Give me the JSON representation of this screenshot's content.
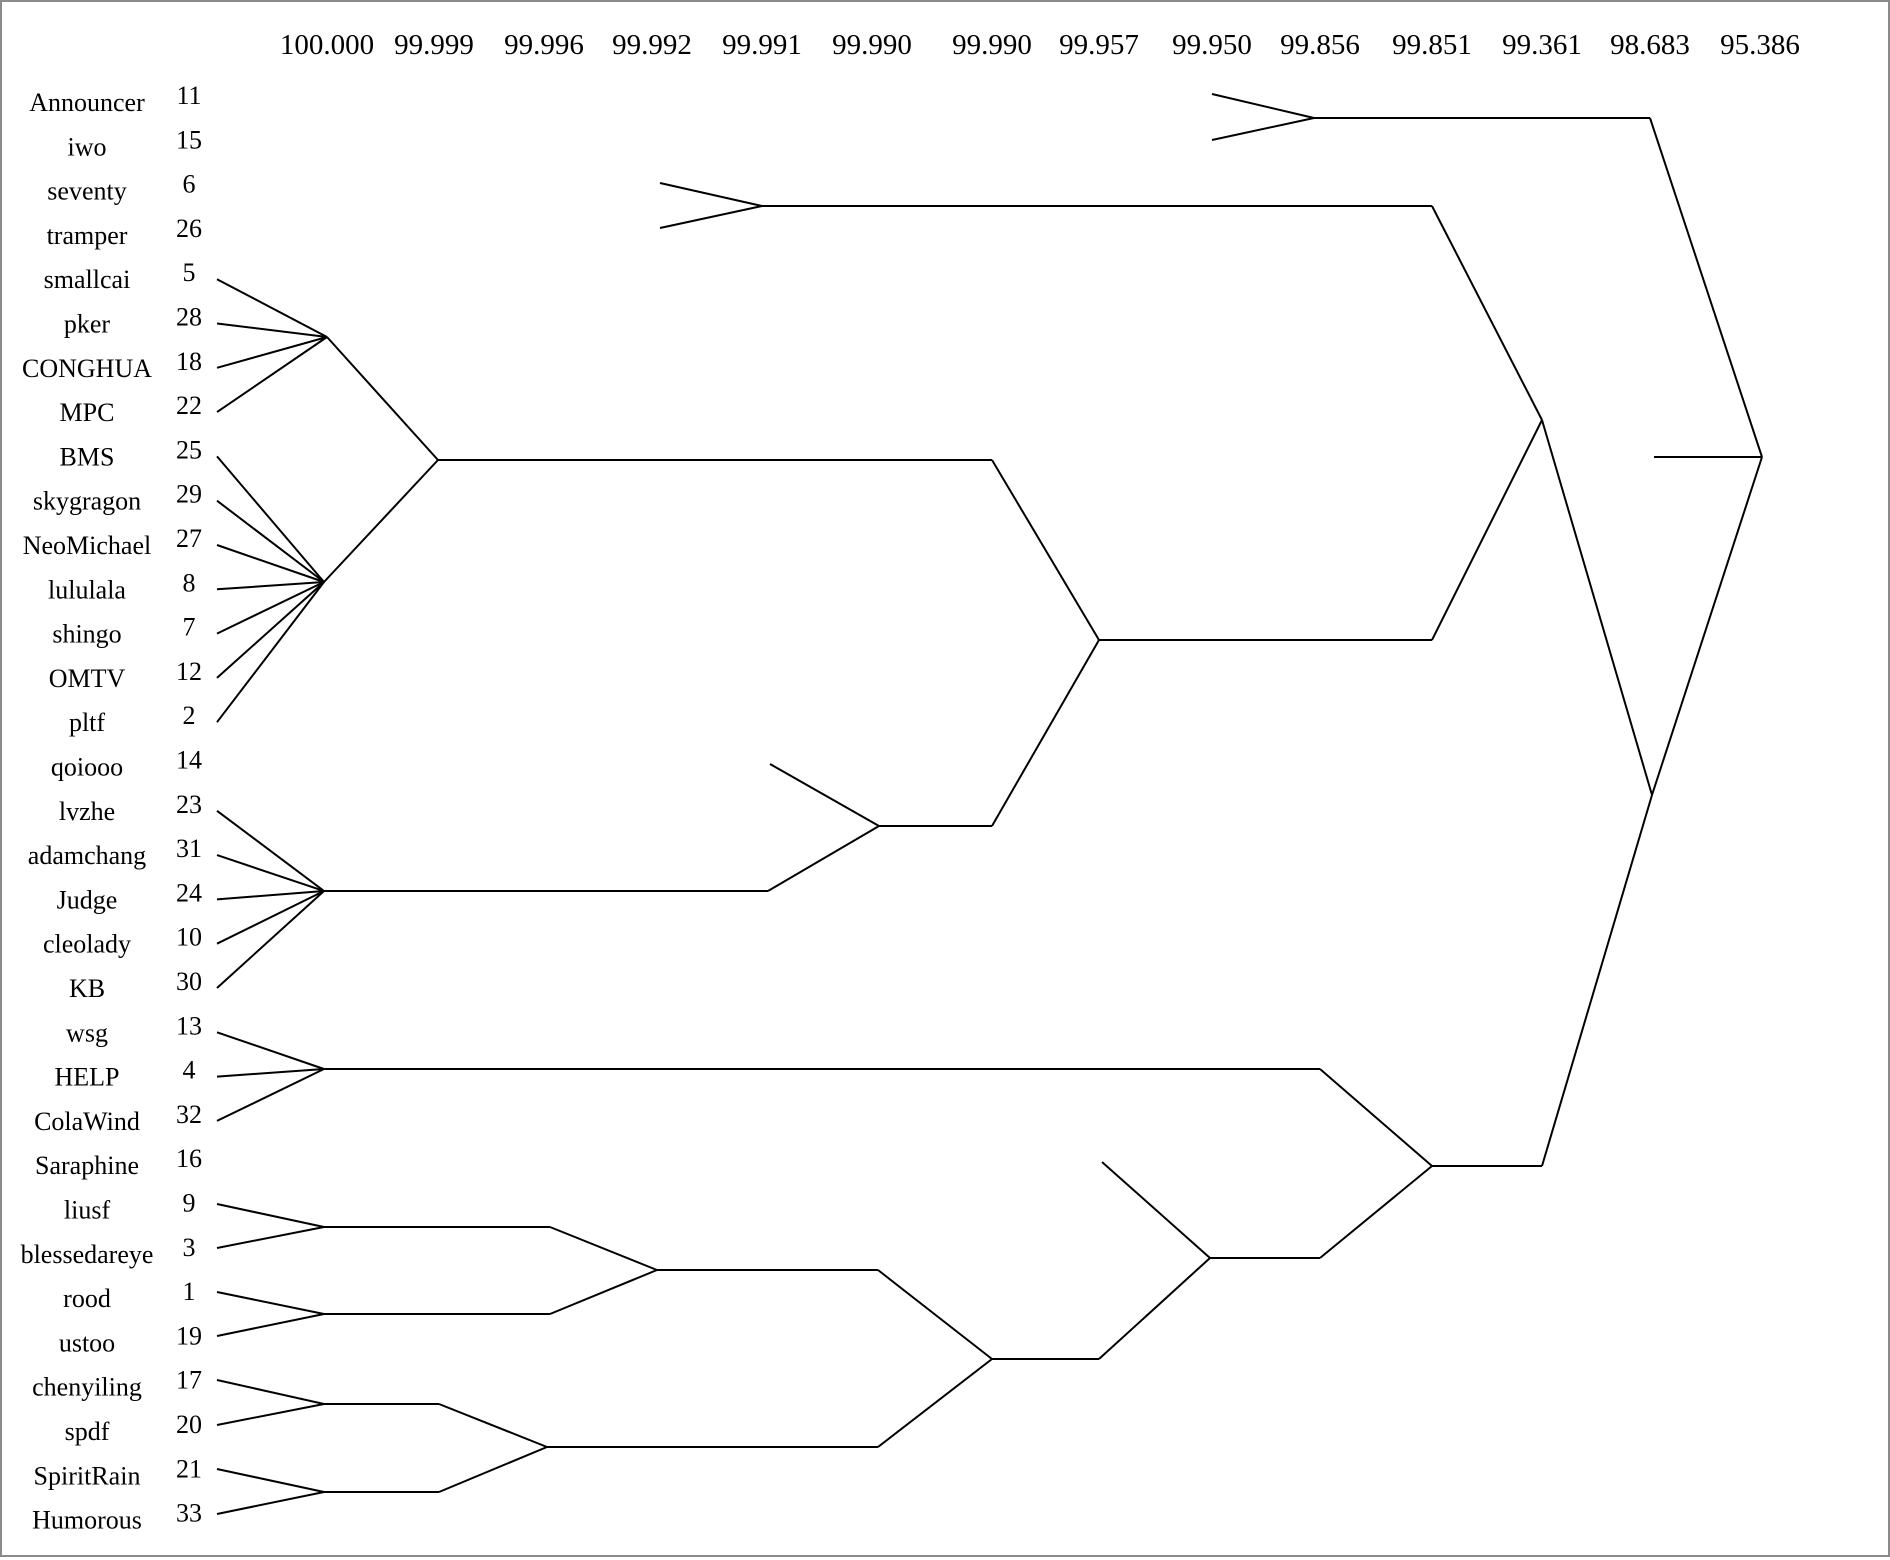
{
  "levels": [
    "100.000",
    "99.999",
    "99.996",
    "99.992",
    "99.991",
    "99.990",
    "99.990",
    "99.957",
    "99.950",
    "99.856",
    "99.851",
    "99.361",
    "98.683",
    "95.386"
  ],
  "leaves": [
    {
      "name": "Announcer",
      "id": "11"
    },
    {
      "name": "iwo",
      "id": "15"
    },
    {
      "name": "seventy",
      "id": "6"
    },
    {
      "name": "tramper",
      "id": "26"
    },
    {
      "name": "smallcai",
      "id": "5"
    },
    {
      "name": "pker",
      "id": "28"
    },
    {
      "name": "CONGHUA",
      "id": "18"
    },
    {
      "name": "MPC",
      "id": "22"
    },
    {
      "name": "BMS",
      "id": "25"
    },
    {
      "name": "skygragon",
      "id": "29"
    },
    {
      "name": "NeoMichael",
      "id": "27"
    },
    {
      "name": "lululala",
      "id": "8"
    },
    {
      "name": "shingo",
      "id": "7"
    },
    {
      "name": "OMTV",
      "id": "12"
    },
    {
      "name": "pltf",
      "id": "2"
    },
    {
      "name": "qoiooo",
      "id": "14"
    },
    {
      "name": "lvzhe",
      "id": "23"
    },
    {
      "name": "adamchang",
      "id": "31"
    },
    {
      "name": "Judge",
      "id": "24"
    },
    {
      "name": "cleolady",
      "id": "10"
    },
    {
      "name": "KB",
      "id": "30"
    },
    {
      "name": "wsg",
      "id": "13"
    },
    {
      "name": "HELP",
      "id": "4"
    },
    {
      "name": "ColaWind",
      "id": "32"
    },
    {
      "name": "Saraphine",
      "id": "16"
    },
    {
      "name": "liusf",
      "id": "9"
    },
    {
      "name": "blessedareye",
      "id": "3"
    },
    {
      "name": "rood",
      "id": "1"
    },
    {
      "name": "ustoo",
      "id": "19"
    },
    {
      "name": "chenyiling",
      "id": "17"
    },
    {
      "name": "spdf",
      "id": "20"
    },
    {
      "name": "SpiritRain",
      "id": "21"
    },
    {
      "name": "Humorous",
      "id": "33"
    }
  ],
  "tree": {
    "c": [
      {
        "c": [
          "Announcer",
          "iwo"
        ]
      },
      {
        "c": [
          {
            "c": [
              {
                "c": [
                  "seventy",
                  "tramper"
                ]
              },
              {
                "c": [
                  {
                    "c": [
                      {
                        "c": [
                          "smallcai",
                          "pker",
                          "CONGHUA",
                          "MPC"
                        ]
                      },
                      {
                        "c": [
                          "BMS",
                          "skygragon",
                          "NeoMichael",
                          "lululala",
                          "shingo",
                          "OMTV",
                          "pltf"
                        ]
                      }
                    ]
                  },
                  {
                    "c": [
                      "qoiooo",
                      {
                        "c": [
                          "lvzhe",
                          "adamchang",
                          "Judge",
                          "cleolady",
                          "KB"
                        ]
                      }
                    ]
                  }
                ]
              }
            ]
          },
          {
            "c": [
              {
                "c": [
                  "wsg",
                  "HELP",
                  "ColaWind"
                ]
              },
              {
                "c": [
                  "Saraphine",
                  {
                    "c": [
                      {
                        "c": [
                          {
                            "c": [
                              "liusf",
                              "blessedareye"
                            ]
                          },
                          {
                            "c": [
                              "rood",
                              "ustoo"
                            ]
                          }
                        ]
                      },
                      {
                        "c": [
                          {
                            "c": [
                              "chenyiling",
                              "spdf"
                            ]
                          },
                          {
                            "c": [
                              "SpiritRain",
                              "Humorous"
                            ]
                          }
                        ]
                      }
                    ]
                  }
                ]
              }
            ]
          }
        ]
      }
    ]
  }
}
